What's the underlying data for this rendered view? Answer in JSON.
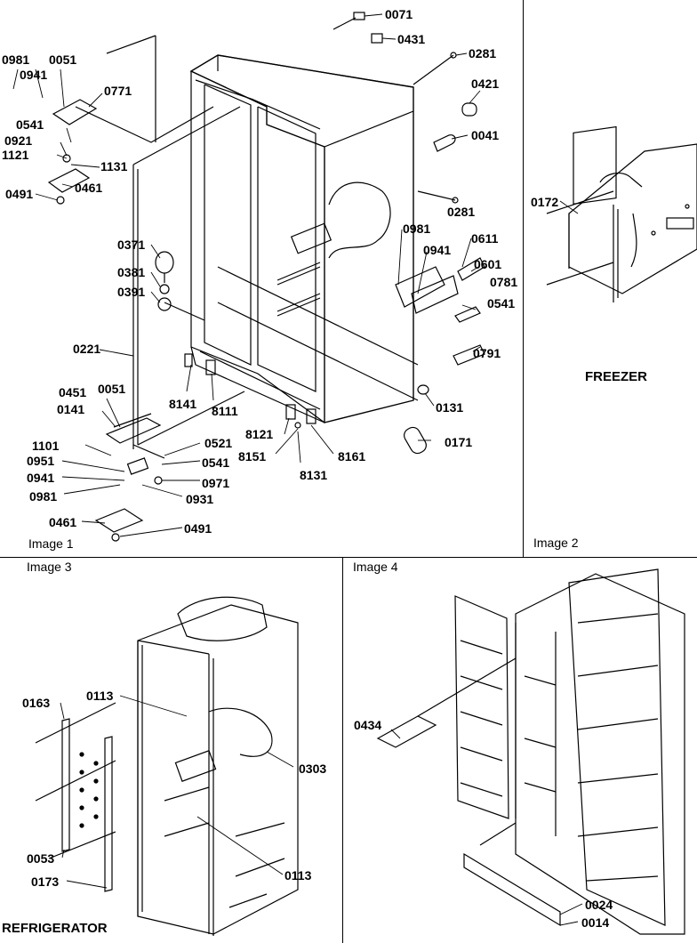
{
  "panels": {
    "image1": {
      "caption": "Image 1"
    },
    "image2": {
      "caption": "Image 2",
      "title": "FREEZER"
    },
    "image3": {
      "caption": "Image 3",
      "title": "REFRIGERATOR"
    },
    "image4": {
      "caption": "Image 4"
    }
  },
  "callouts": {
    "image1": [
      "0071",
      "0431",
      "0281",
      "0421",
      "0041",
      "0281",
      "0981",
      "0941",
      "0051",
      "0771",
      "0541",
      "0921",
      "1121",
      "1131",
      "0461",
      "0491",
      "0371",
      "0381",
      "0391",
      "0981",
      "0941",
      "0611",
      "0601",
      "0781",
      "0541",
      "0791",
      "0221",
      "0451",
      "0051",
      "0141",
      "8141",
      "8111",
      "0131",
      "1101",
      "8121",
      "8151",
      "8161",
      "0171",
      "0521",
      "0541",
      "8131",
      "0951",
      "0941",
      "0981",
      "0971",
      "0931",
      "0461",
      "0491"
    ],
    "image2": [
      "0172"
    ],
    "image3": [
      "0163",
      "0113",
      "0303",
      "0053",
      "0173",
      "0113"
    ],
    "image4": [
      "0434",
      "0024",
      "0014"
    ]
  }
}
